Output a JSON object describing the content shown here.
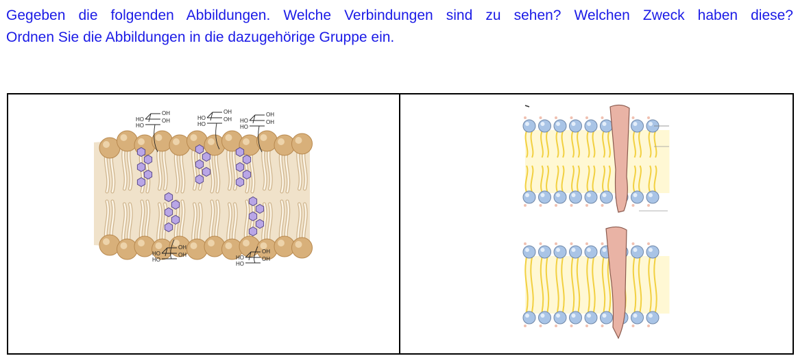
{
  "question": {
    "line1": "Gegeben die folgenden Abbildungen. Welche Verbindungen sind zu sehen? Welchen Zweck haben diese?",
    "line2": "Ordnen Sie die Abbildungen in die dazugehörige Gruppe ein."
  },
  "figures": {
    "left": {
      "labels": {
        "ho": "HO",
        "oh": "OH"
      }
    }
  },
  "colors": {
    "question_text": "#1a1ae6",
    "left_heads": "#d8b07a",
    "left_band": "#ead5b4",
    "sterol_rings": "#b9a6e6",
    "right_heads": "#a9c4e6",
    "right_tails": "#f2d040",
    "protein": "#e9b3a5"
  }
}
